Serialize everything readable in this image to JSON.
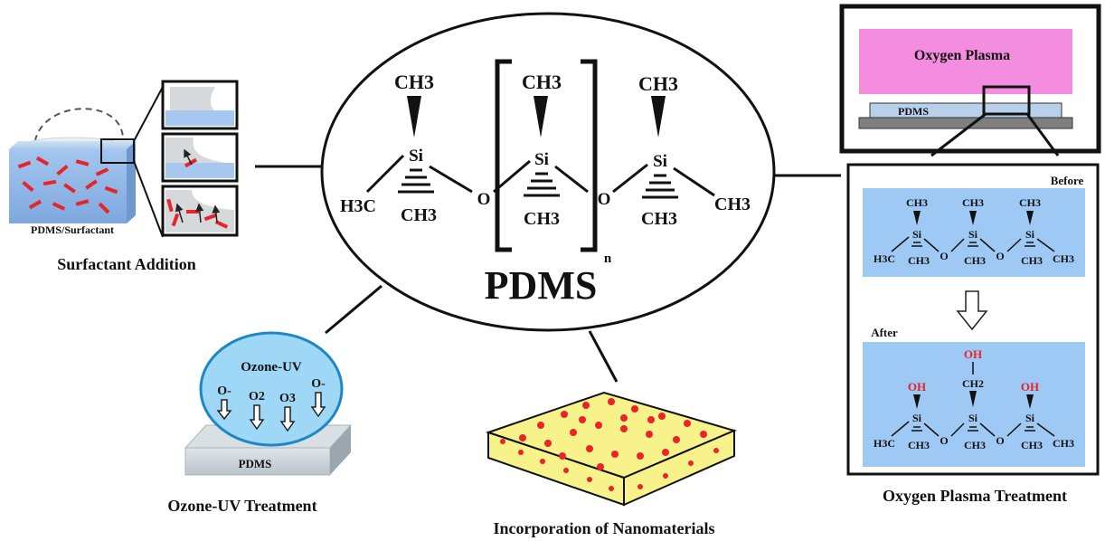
{
  "center": {
    "title": "PDMS",
    "ch3": "CH3",
    "h3c": "H3C",
    "si": "Si",
    "o": "O",
    "n": "n"
  },
  "surfactant": {
    "block_label": "PDMS/Surfactant",
    "caption": "Surfactant Addition"
  },
  "ozone": {
    "bubble_title": "Ozone-UV",
    "species": [
      "O-",
      "O2",
      "O3",
      "O-"
    ],
    "slab_label": "PDMS",
    "caption": "Ozone-UV Treatment"
  },
  "nano": {
    "caption": "Incorporation of Nanomaterials"
  },
  "plasma": {
    "chamber_label": "Oxygen Plasma",
    "slab_label": "PDMS",
    "before_label": "Before",
    "after_label": "After",
    "oh": "OH",
    "ch2": "CH2",
    "caption": "Oxygen Plasma Treatment"
  },
  "colors": {
    "plasma_pink": "#f48de0",
    "panel_blue": "#9ec9f4",
    "nano_yellow": "#f7f28a",
    "nano_dot": "#e8242a",
    "bubble_blue": "#9fd8f6",
    "block_blue": "#9cc4ee"
  }
}
